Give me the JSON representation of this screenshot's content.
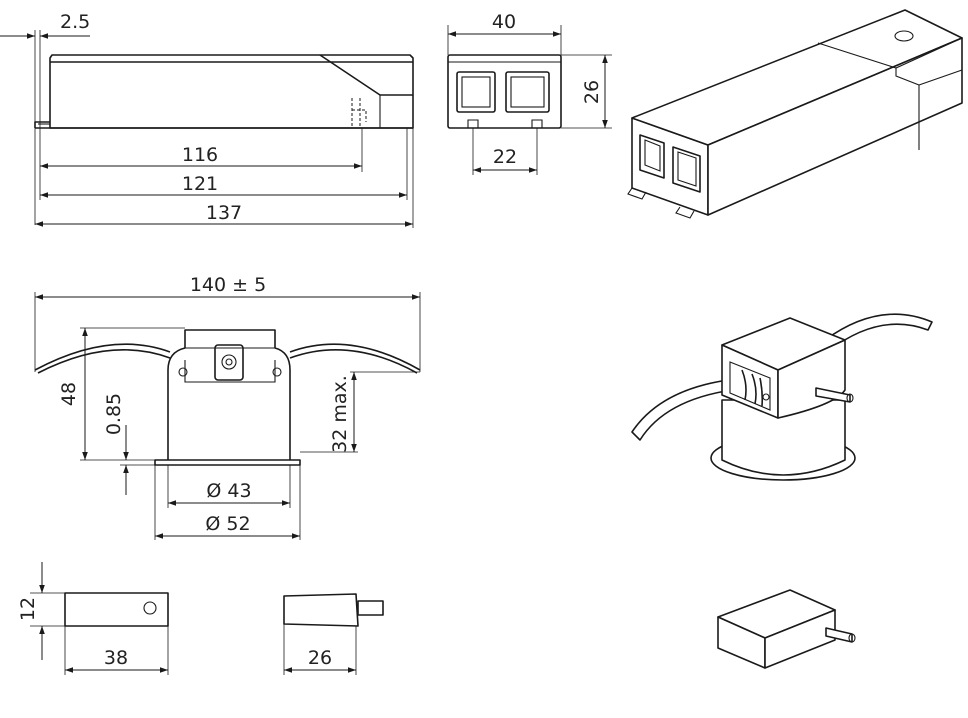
{
  "colors": {
    "line": "#1a1a1a",
    "text": "#222222",
    "background": "#ffffff"
  },
  "dimensions": {
    "flange_thickness": "2.5",
    "length_inner": "116",
    "length_mid": "121",
    "length_total": "137",
    "width": "40",
    "height": "26",
    "terminal_spacing": "22",
    "wire_span": "140 ± 5",
    "fixture_height": "48",
    "flange": "0.85",
    "cutout_height": "32 max.",
    "diameter_inner": "Ø 43",
    "diameter_outer": "Ø 52",
    "box_height": "12",
    "box_length": "38",
    "connector_length": "26"
  }
}
